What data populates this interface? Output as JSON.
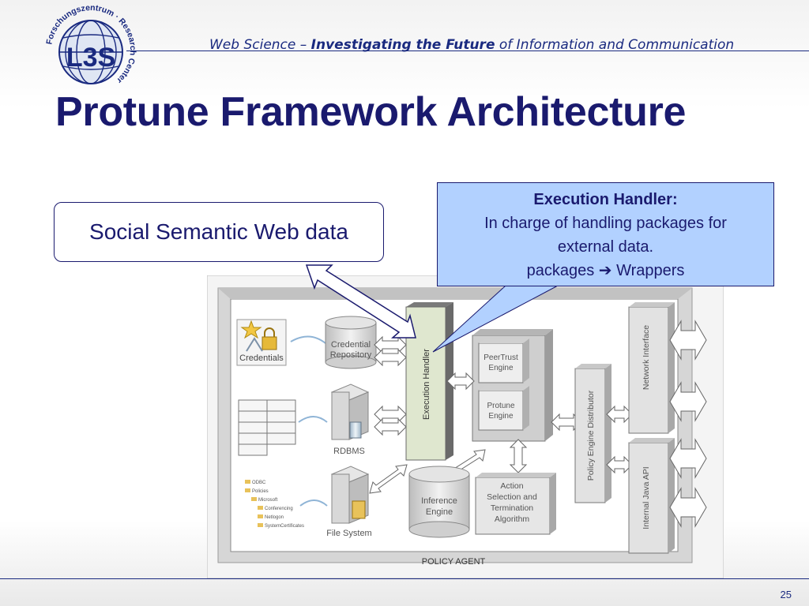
{
  "header": {
    "tagline_part1": "Web Science – ",
    "tagline_bold": "Investigating the Future",
    "tagline_part2": " of Information and Communication",
    "logo_text": "L3S",
    "logo_ring_text": "Forschungszentrum · Research Center"
  },
  "slide": {
    "title": "Protune Framework Architecture",
    "page_number": "25"
  },
  "social_box": {
    "label": "Social Semantic Web data"
  },
  "callout": {
    "heading": "Execution Handler:",
    "line1": "In charge of handling packages for",
    "line2": "external data.",
    "line3_pre": "packages ",
    "line3_arrow": "➔",
    "line3_post": " Wrappers"
  },
  "diagram": {
    "credentials": "Credentials",
    "credential_repository_1": "Credential",
    "credential_repository_2": "Repository",
    "rdbms": "RDBMS",
    "file_system": "File System",
    "execution_handler": "Execution Handler",
    "peertrust_1": "PeerTrust",
    "peertrust_2": "Engine",
    "protune_1": "Protune",
    "protune_2": "Engine",
    "inference_1": "Inference",
    "inference_2": "Engine",
    "action_1": "Action",
    "action_2": "Selection and",
    "action_3": "Termination",
    "action_4": "Algorithm",
    "policy_distributor": "Policy Engine Distributor",
    "network_interface": "Network Interface",
    "internal_java_api": "Internal Java API",
    "policy_agent": "POLICY AGENT",
    "tree_items": [
      "ODBC",
      "Policies",
      "Microsoft",
      "Conferencing",
      "Netlogon",
      "SystemCertificates"
    ]
  },
  "colors": {
    "title": "#1a1a6e",
    "callout_fill": "#b2d1ff",
    "diagram_frame": "#c8c8c8"
  }
}
